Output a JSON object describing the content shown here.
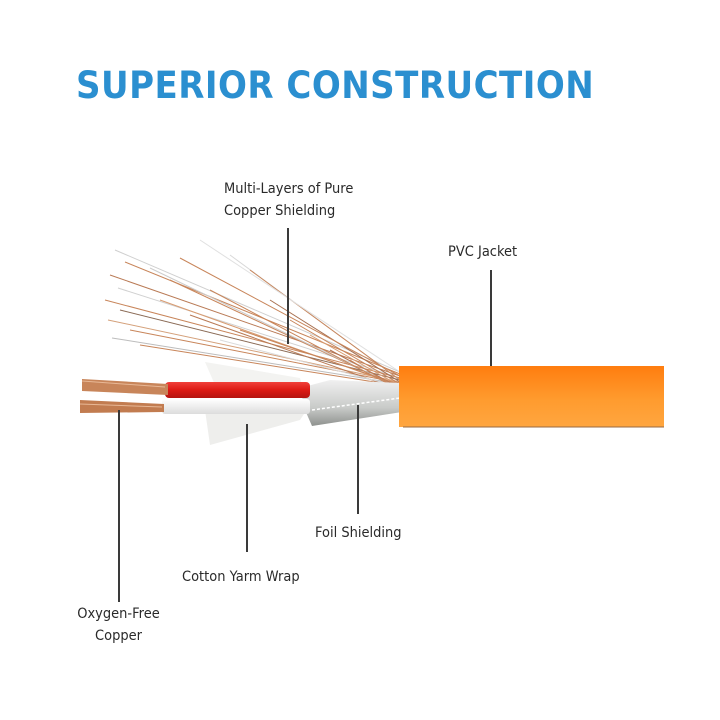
{
  "title": "SUPERIOR CONSTRUCTION",
  "colors": {
    "title": "#2b8fd0",
    "jacket": "#ff8a1c",
    "copper": "#c8855a",
    "red_insulation": "#e0201a",
    "white_insulation": "#f4f4f4",
    "foil": "#a9aca9",
    "label_text": "#2a2a2a"
  },
  "labels": {
    "copper_shielding": {
      "line1": "Multi-Layers of Pure",
      "line2": "Copper Shielding"
    },
    "pvc_jacket": "PVC Jacket",
    "foil_shielding": "Foil Shielding",
    "cotton_wrap": "Cotton Yarm Wrap",
    "oxygen_free_copper": {
      "line1": "Oxygen-Free",
      "line2": "Copper"
    }
  }
}
